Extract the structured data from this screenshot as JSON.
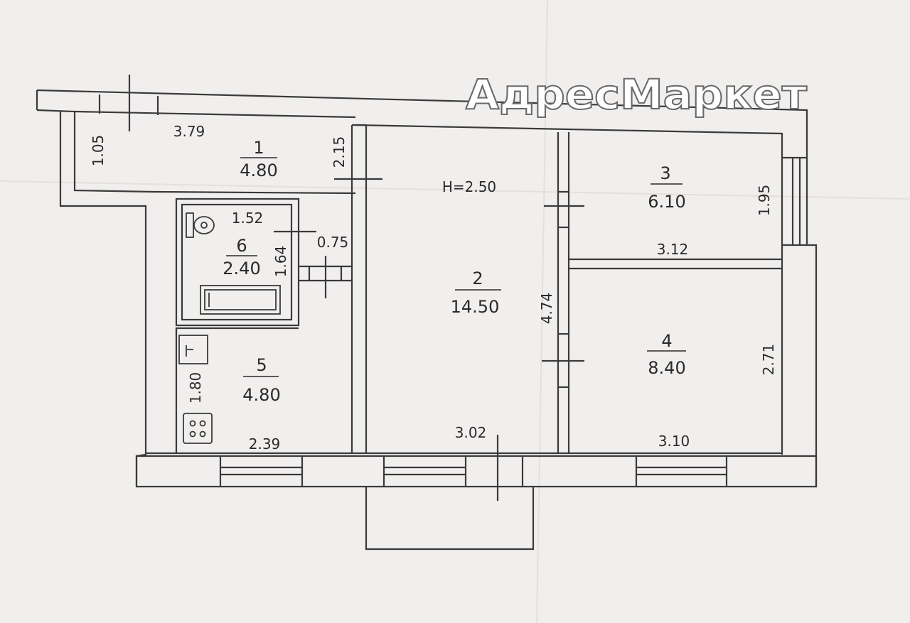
{
  "watermark": "АдресМаркет",
  "ceiling": "H=2.50",
  "rooms": [
    {
      "num": "1",
      "area": "4.80"
    },
    {
      "num": "2",
      "area": "14.50"
    },
    {
      "num": "3",
      "area": "6.10"
    },
    {
      "num": "4",
      "area": "8.40"
    },
    {
      "num": "5",
      "area": "4.80"
    },
    {
      "num": "6",
      "area": "2.40"
    }
  ],
  "dimensions": {
    "hall_width": "1.05",
    "hall_length": "3.79",
    "hall_depth": "2.15",
    "bath_length": "1.52",
    "bath_width": "1.64",
    "bath_door": "0.75",
    "kitchen_width": "1.80",
    "kitchen_length": "2.39",
    "living_width": "3.02",
    "living_depth": "4.74",
    "room3_depth": "1.95",
    "room3_width": "3.12",
    "room4_depth": "2.71",
    "room4_width": "3.10"
  },
  "colors": {
    "paper": "#f1efee",
    "line": "#3a3a3a",
    "watermark_fill": "#ffffff",
    "watermark_stroke": "#6a6a6a"
  }
}
